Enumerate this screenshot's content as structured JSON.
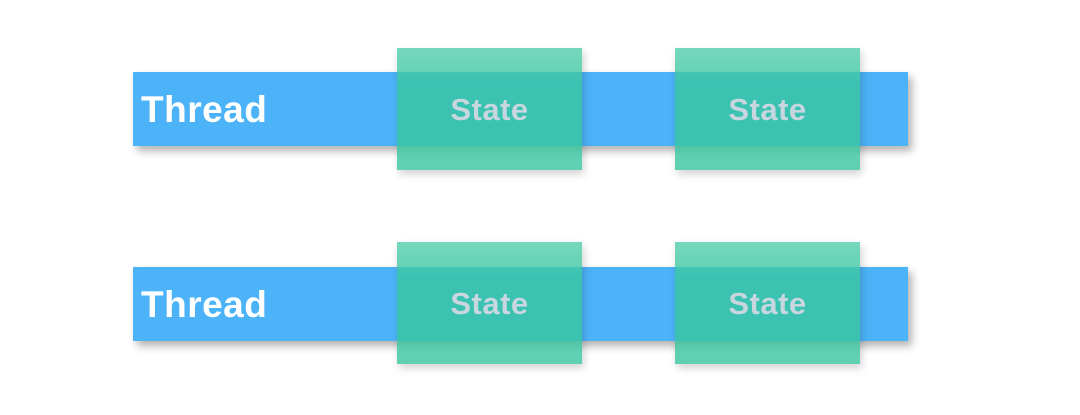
{
  "diagram": {
    "colors": {
      "background": "#ffffff",
      "thread_bar": "#4db3f9",
      "state_box": "rgba(55, 198, 159, 0.8)",
      "thread_label_color": "#ffffff",
      "state_label_color": "#c7d6df"
    },
    "rows": [
      {
        "thread_label": "Thread",
        "states": [
          {
            "label": "State"
          },
          {
            "label": "State"
          }
        ]
      },
      {
        "thread_label": "Thread",
        "states": [
          {
            "label": "State"
          },
          {
            "label": "State"
          }
        ]
      }
    ]
  }
}
